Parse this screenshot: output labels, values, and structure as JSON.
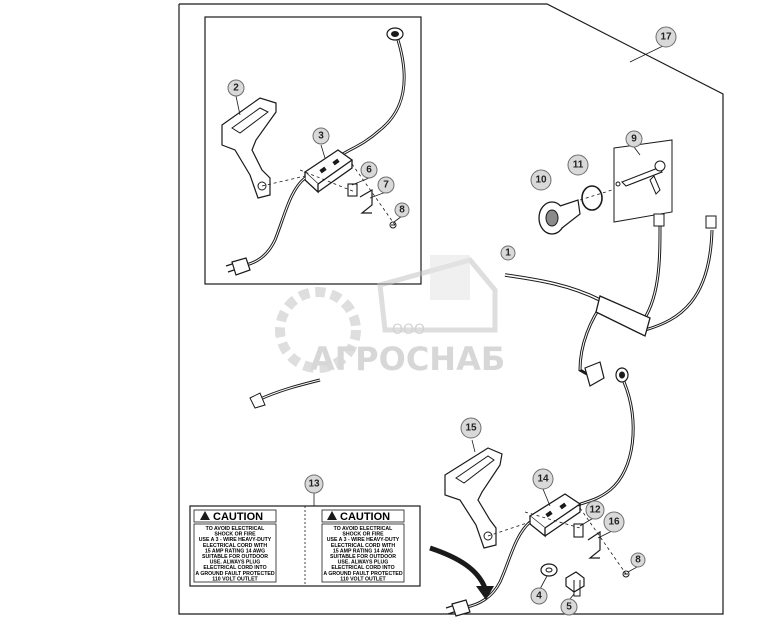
{
  "callouts": [
    {
      "id": "c2",
      "label": "2"
    },
    {
      "id": "c3",
      "label": "3"
    },
    {
      "id": "c6",
      "label": "6"
    },
    {
      "id": "c7",
      "label": "7"
    },
    {
      "id": "c8a",
      "label": "8"
    },
    {
      "id": "c9",
      "label": "9"
    },
    {
      "id": "c10",
      "label": "10"
    },
    {
      "id": "c11",
      "label": "11"
    },
    {
      "id": "c17",
      "label": "17"
    },
    {
      "id": "c1",
      "label": "1"
    },
    {
      "id": "c15",
      "label": "15"
    },
    {
      "id": "c13",
      "label": "13"
    },
    {
      "id": "c14",
      "label": "14"
    },
    {
      "id": "c12",
      "label": "12"
    },
    {
      "id": "c16",
      "label": "16"
    },
    {
      "id": "c8b",
      "label": "8"
    },
    {
      "id": "c4",
      "label": "4"
    },
    {
      "id": "c5",
      "label": "5"
    }
  ],
  "caution_label": {
    "heading": "CAUTION",
    "lines": [
      "TO AVOID ELECTRICAL",
      "SHOCK OR FIRE",
      "USE A 3 - WIRE  HEAVY-DUTY",
      "ELECTRICAL CORD WITH",
      "15 AMP RATING 14 AWG",
      "SUITABLE FOR OUTDOOR",
      "USE.  ALWAYS PLUG",
      "ELECTRICAL CORD INTO",
      "A GROUND FAULT PROTECTED",
      "110 VOLT OUTLET"
    ]
  },
  "watermark": {
    "company_prefix": "ООО",
    "company_name": "АГРОСНАБ"
  },
  "colors": {
    "line": "#1a1a1a",
    "callout_fill": "#d9d9d9",
    "watermark": "#c4c4c4"
  }
}
